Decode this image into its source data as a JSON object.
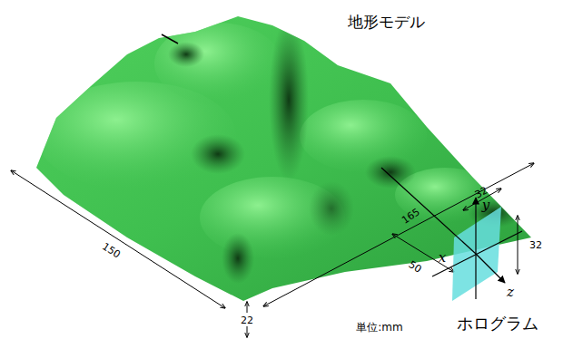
{
  "diagram": {
    "labels": [
      "地形モデル",
      "32",
      "y",
      "32",
      "165",
      "150",
      "x",
      "50",
      "z",
      "22",
      "単位:mm",
      "ホログラム"
    ]
  }
}
